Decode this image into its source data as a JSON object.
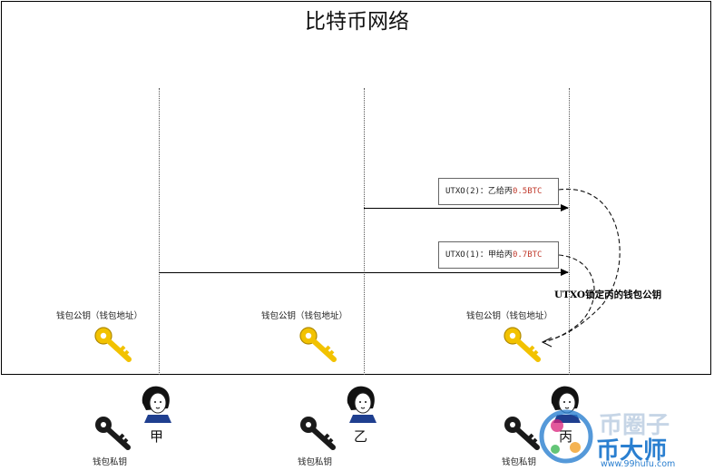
{
  "title": "比特币网络",
  "participants": [
    {
      "name": "甲",
      "pubkey_label": "钱包公钥（钱包地址）",
      "privkey_label": "钱包私钥"
    },
    {
      "name": "乙",
      "pubkey_label": "钱包公钥（钱包地址）",
      "privkey_label": "钱包私钥"
    },
    {
      "name": "丙",
      "pubkey_label": "钱包公钥（钱包地址）",
      "privkey_label": "钱包私钥"
    }
  ],
  "messages": [
    {
      "label_prefix": "UTXO(2)：乙给丙",
      "amount": "0.5BTC"
    },
    {
      "label_prefix": "UTXO(1)：甲给丙",
      "amount": "0.7BTC"
    }
  ],
  "lock_note": "UTXO锁定丙的钱包公钥",
  "watermark": {
    "text1": "币圈子",
    "text2": "币大师",
    "url": "www.99hufu.com"
  },
  "colors": {
    "amount": "#c0392b",
    "key_gold": "#f2c200",
    "key_black": "#1a1a1a",
    "watermark_blue": "#2a7fd0",
    "watermark_pink": "#d8207a"
  }
}
